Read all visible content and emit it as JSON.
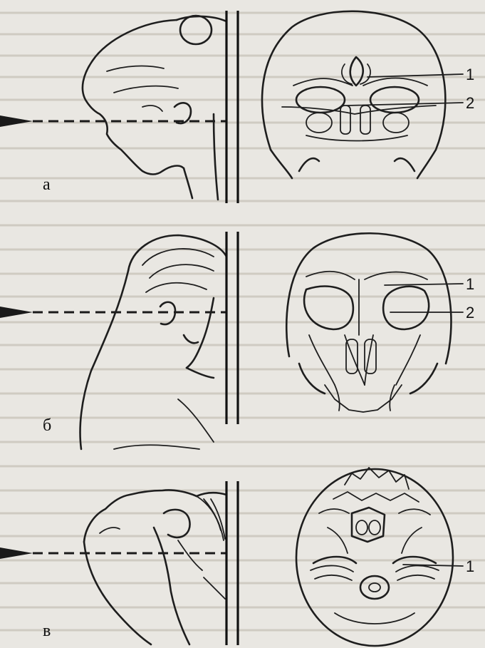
{
  "panels": [
    {
      "letter": "а",
      "callouts": [
        "1",
        "2"
      ]
    },
    {
      "letter": "б",
      "callouts": [
        "1",
        "2"
      ]
    },
    {
      "letter": "в",
      "callouts": [
        "1"
      ]
    }
  ],
  "colors": {
    "ink": "#1e1e1e",
    "paper": "#e9e7e2",
    "bleed_through": "#cfcbc2"
  }
}
